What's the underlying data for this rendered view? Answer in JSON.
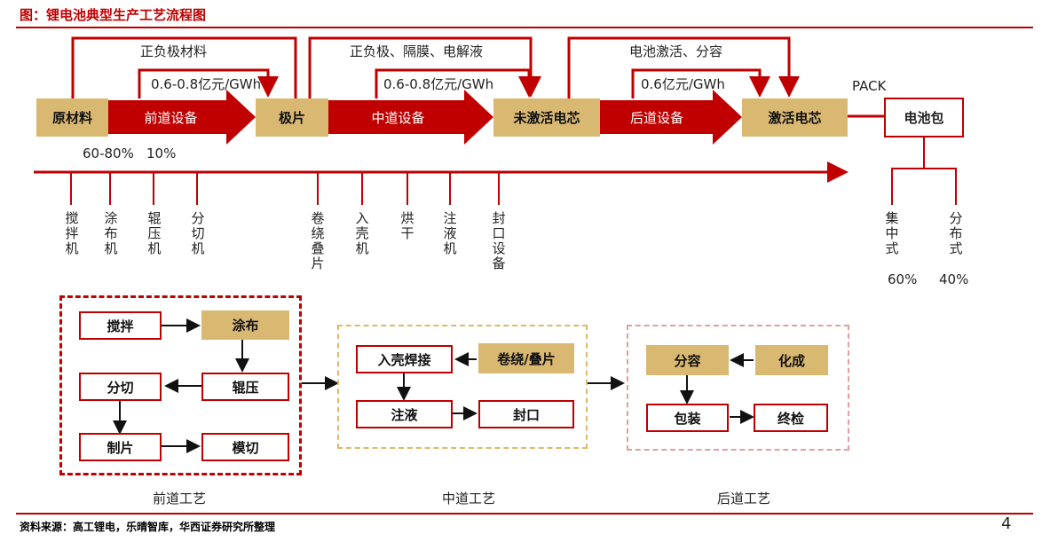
{
  "title": "图：锂电池典型生产工艺流程图",
  "footer": {
    "source": "资料来源：高工锂电，乐晴智库，华西证券研究所整理",
    "page_number": "4"
  },
  "flow": {
    "nodes": [
      "原材料",
      "极片",
      "未激活电芯",
      "激活电芯",
      "电池包"
    ],
    "stage_arrows": [
      "前道设备",
      "中道设备",
      "后道设备"
    ],
    "top_labels": [
      "正负极材料",
      "正负极、隔膜、电解液",
      "电池激活、分容"
    ],
    "cost_labels": [
      "0.6-0.8亿元/GWh",
      "0.6-0.8亿元/GWh",
      "0.6亿元/GWh"
    ],
    "pack_label": "PACK",
    "share_raw": "60-80%",
    "share_front": "10%"
  },
  "equipment": [
    {
      "name": "搅拌机"
    },
    {
      "name": "涂布机"
    },
    {
      "name": "辊压机"
    },
    {
      "name": "分切机"
    },
    {
      "name": "卷绕叠片"
    },
    {
      "name": "入壳机"
    },
    {
      "name": "烘干"
    },
    {
      "name": "注液机"
    },
    {
      "name": "封口设备"
    },
    {
      "name": "集中式",
      "share": "60%"
    },
    {
      "name": "分布式",
      "share": "40%"
    }
  ],
  "process": {
    "front": {
      "caption": "前道工艺",
      "steps": [
        "搅拌",
        "涂布",
        "辊压",
        "分切",
        "制片",
        "模切"
      ]
    },
    "middle": {
      "caption": "中道工艺",
      "steps": [
        "卷绕/叠片",
        "入壳焊接",
        "注液",
        "封口"
      ]
    },
    "back": {
      "caption": "后道工艺",
      "steps": [
        "化成",
        "分容",
        "包装",
        "终检"
      ]
    }
  },
  "colors": {
    "red": "#c00000",
    "gold": "#d9b872",
    "gold_dashed": "#e0b766",
    "pink_dashed": "#e0a0a0"
  }
}
